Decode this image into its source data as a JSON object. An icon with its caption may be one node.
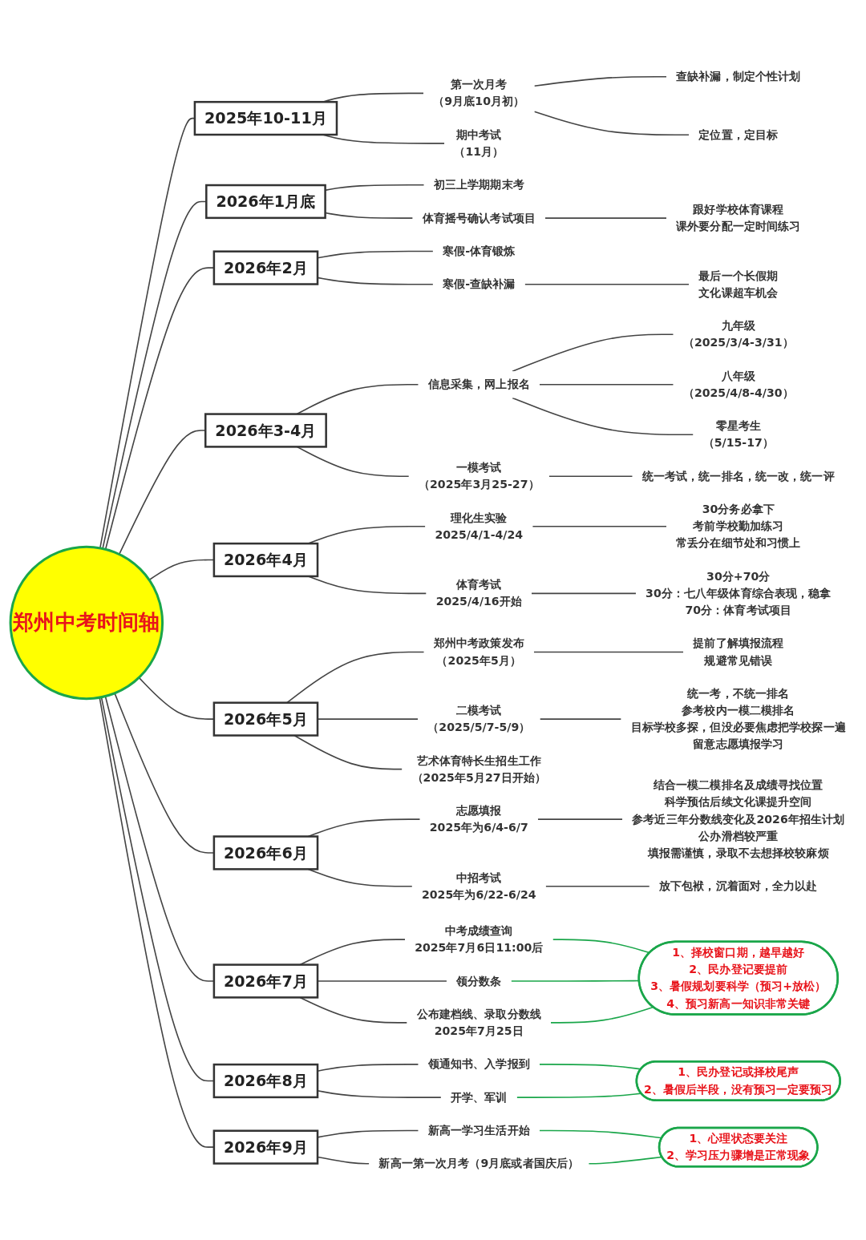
{
  "diagram": {
    "nodes": [
      {
        "text": [
          "郑州中考时间轴"
        ]
      },
      {
        "text": [
          "2025年10-11月"
        ]
      },
      {
        "text": [
          "第一次月考",
          "（9月底10月初）"
        ]
      },
      {
        "text": [
          "查缺补漏，制定个性计划"
        ]
      },
      {
        "text": [
          "定位置，定目标"
        ]
      },
      {
        "text": [
          "期中考试",
          "（11月）"
        ]
      },
      {
        "text": [
          "2026年1月底"
        ]
      },
      {
        "text": [
          "初三上学期期末考"
        ]
      },
      {
        "text": [
          "体育摇号确认考试项目"
        ]
      },
      {
        "text": [
          "跟好学校体育课程",
          "课外要分配一定时间练习"
        ]
      },
      {
        "text": [
          "2026年2月"
        ]
      },
      {
        "text": [
          "寒假-体育锻炼"
        ]
      },
      {
        "text": [
          "寒假-查缺补漏"
        ]
      },
      {
        "text": [
          "最后一个长假期",
          "文化课超车机会"
        ]
      },
      {
        "text": [
          "2026年3-4月"
        ]
      },
      {
        "text": [
          "信息采集，网上报名"
        ]
      },
      {
        "text": [
          "九年级",
          "（2025/3/4-3/31）"
        ]
      },
      {
        "text": [
          "八年级",
          "（2025/4/8-4/30）"
        ]
      },
      {
        "text": [
          "零星考生",
          "（5/15-17）"
        ]
      },
      {
        "text": [
          "一模考试",
          "（2025年3月25-27）"
        ]
      },
      {
        "text": [
          "统一考试，统一排名，统一改，统一评"
        ]
      },
      {
        "text": [
          "2026年4月"
        ]
      },
      {
        "text": [
          "理化生实验",
          "2025/4/1-4/24"
        ]
      },
      {
        "text": [
          "30分务必拿下",
          "考前学校勤加练习",
          "常丢分在细节处和习惯上"
        ]
      },
      {
        "text": [
          "体育考试",
          "2025/4/16开始"
        ]
      },
      {
        "text": [
          "30分+70分",
          "30分：七八年级体育综合表现，稳拿",
          "70分：体育考试项目"
        ]
      },
      {
        "text": [
          "2026年5月"
        ]
      },
      {
        "text": [
          "郑州中考政策发布",
          "（2025年5月）"
        ]
      },
      {
        "text": [
          "提前了解填报流程",
          "规避常见错误"
        ]
      },
      {
        "text": [
          "二模考试",
          "（2025/5/7-5/9）"
        ]
      },
      {
        "text": [
          "统一考，不统一排名",
          "参考校内一模二模排名",
          "目标学校多探，但没必要焦虑把学校探一遍",
          "留意志愿填报学习"
        ]
      },
      {
        "text": [
          "艺术体育特长生招生工作",
          "（2025年5月27日开始）"
        ]
      },
      {
        "text": [
          "2026年6月"
        ]
      },
      {
        "text": [
          "志愿填报",
          "2025年为6/4-6/7"
        ]
      },
      {
        "text": [
          "结合一模二模排名及成绩寻找位置",
          "科学预估后续文化课提升空间",
          "参考近三年分数线变化及2026年招生计划",
          "公办滑档较严重",
          "填报需谨慎，录取不去想择校较麻烦"
        ]
      },
      {
        "text": [
          "中招考试",
          "2025年为6/22-6/24"
        ]
      },
      {
        "text": [
          "放下包袱，沉着面对，全力以赴"
        ]
      },
      {
        "text": [
          "2026年7月"
        ]
      },
      {
        "text": [
          "中考成绩查询",
          "2025年7月6日11:00后"
        ]
      },
      {
        "text": [
          "领分数条"
        ]
      },
      {
        "text": [
          "公布建档线、录取分数线",
          "2025年7月25日"
        ]
      },
      {
        "text": [
          "1、择校窗口期，越早越好",
          "2、民办登记要提前",
          "3、暑假规划要科学（预习+放松）",
          "4、预习新高一知识非常关键"
        ]
      },
      {
        "text": [
          "2026年8月"
        ]
      },
      {
        "text": [
          "领通知书、入学报到"
        ]
      },
      {
        "text": [
          "开学、军训"
        ]
      },
      {
        "text": [
          "1、民办登记或择校尾声",
          "2、暑假后半段，没有预习一定要预习"
        ]
      },
      {
        "text": [
          "2026年9月"
        ]
      },
      {
        "text": [
          "新高一学习生活开始"
        ]
      },
      {
        "text": [
          "新高一第一次月考（9月底或者国庆后）"
        ]
      },
      {
        "text": [
          "1、心理状态要关注",
          "2、学习压力骤增是正常现象"
        ]
      }
    ],
    "edges": [
      {
        "from": 0,
        "to": 1,
        "arrow": "none"
      },
      {
        "from": 1,
        "to": 2,
        "arrow": "none"
      },
      {
        "from": 2,
        "to": 3,
        "arrow": "none"
      },
      {
        "from": 2,
        "to": 4,
        "arrow": "none"
      },
      {
        "from": 1,
        "to": 5,
        "arrow": "none"
      },
      {
        "from": 0,
        "to": 6,
        "arrow": "none"
      },
      {
        "from": 6,
        "to": 7,
        "arrow": "none"
      },
      {
        "from": 6,
        "to": 8,
        "arrow": "none"
      },
      {
        "from": 8,
        "to": 9,
        "arrow": "none"
      },
      {
        "from": 0,
        "to": 10,
        "arrow": "none"
      },
      {
        "from": 10,
        "to": 11,
        "arrow": "none"
      },
      {
        "from": 10,
        "to": 12,
        "arrow": "none"
      },
      {
        "from": 12,
        "to": 13,
        "arrow": "none"
      },
      {
        "from": 0,
        "to": 14,
        "arrow": "none"
      },
      {
        "from": 14,
        "to": 15,
        "arrow": "none"
      },
      {
        "from": 15,
        "to": 16,
        "arrow": "none"
      },
      {
        "from": 15,
        "to": 17,
        "arrow": "none"
      },
      {
        "from": 15,
        "to": 18,
        "arrow": "none"
      },
      {
        "from": 14,
        "to": 19,
        "arrow": "none"
      },
      {
        "from": 19,
        "to": 20,
        "arrow": "none"
      },
      {
        "from": 0,
        "to": 21,
        "arrow": "none"
      },
      {
        "from": 21,
        "to": 22,
        "arrow": "none"
      },
      {
        "from": 22,
        "to": 23,
        "arrow": "none"
      },
      {
        "from": 21,
        "to": 24,
        "arrow": "none"
      },
      {
        "from": 24,
        "to": 25,
        "arrow": "none"
      },
      {
        "from": 0,
        "to": 26,
        "arrow": "none"
      },
      {
        "from": 26,
        "to": 27,
        "arrow": "none"
      },
      {
        "from": 27,
        "to": 28,
        "arrow": "none"
      },
      {
        "from": 26,
        "to": 29,
        "arrow": "none"
      },
      {
        "from": 29,
        "to": 30,
        "arrow": "none"
      },
      {
        "from": 26,
        "to": 31,
        "arrow": "none"
      },
      {
        "from": 0,
        "to": 32,
        "arrow": "none"
      },
      {
        "from": 32,
        "to": 33,
        "arrow": "none"
      },
      {
        "from": 33,
        "to": 34,
        "arrow": "none"
      },
      {
        "from": 32,
        "to": 35,
        "arrow": "none"
      },
      {
        "from": 35,
        "to": 36,
        "arrow": "none"
      },
      {
        "from": 0,
        "to": 37,
        "arrow": "none"
      },
      {
        "from": 37,
        "to": 38,
        "arrow": "none"
      },
      {
        "from": 37,
        "to": 39,
        "arrow": "none"
      },
      {
        "from": 37,
        "to": 40,
        "arrow": "none"
      },
      {
        "from": 38,
        "to": 41,
        "arrow": "none",
        "color": "#1aa64a"
      },
      {
        "from": 39,
        "to": 41,
        "arrow": "none",
        "color": "#1aa64a"
      },
      {
        "from": 40,
        "to": 41,
        "arrow": "none",
        "color": "#1aa64a"
      },
      {
        "from": 0,
        "to": 42,
        "arrow": "none"
      },
      {
        "from": 42,
        "to": 43,
        "arrow": "none"
      },
      {
        "from": 42,
        "to": 44,
        "arrow": "none"
      },
      {
        "from": 43,
        "to": 45,
        "arrow": "none",
        "color": "#1aa64a"
      },
      {
        "from": 44,
        "to": 45,
        "arrow": "none",
        "color": "#1aa64a"
      },
      {
        "from": 0,
        "to": 46,
        "arrow": "none"
      },
      {
        "from": 46,
        "to": 47,
        "arrow": "none"
      },
      {
        "from": 46,
        "to": 48,
        "arrow": "none"
      },
      {
        "from": 47,
        "to": 49,
        "arrow": "none",
        "color": "#1aa64a"
      },
      {
        "from": 48,
        "to": 49,
        "arrow": "none",
        "color": "#1aa64a"
      }
    ]
  }
}
